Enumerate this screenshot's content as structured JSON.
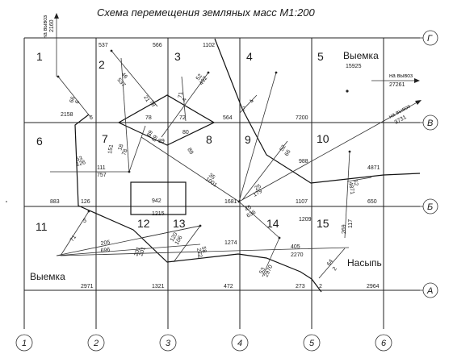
{
  "title": "Схема перемещения земляных масс М1:200",
  "axes": {
    "rows": [
      "Г",
      "В",
      "Б",
      "А"
    ],
    "cols": [
      "1",
      "2",
      "3",
      "4",
      "5",
      "6"
    ]
  },
  "cells": [
    "1",
    "2",
    "3",
    "4",
    "5",
    "6",
    "7",
    "8",
    "9",
    "10",
    "11",
    "12",
    "13",
    "14",
    "15"
  ],
  "cell_values": [
    "537",
    "566",
    "1102",
    "2158",
    "6",
    "78",
    "72",
    "564",
    "7200",
    "80",
    "89",
    "988",
    "4871",
    "883",
    "126",
    "942",
    "1215",
    "1681",
    "1107",
    "650",
    "1209",
    "1274",
    "2971",
    "1321",
    "472",
    "273",
    "2",
    "2964",
    "15925"
  ],
  "zones": {
    "cut_top": "Выемка",
    "cut_top_value": "15925",
    "cut_bottom": "Выемка",
    "fill": "Насыпь"
  },
  "export_labels": {
    "top_left": "на вывоз",
    "top_left_value": "2160",
    "right_top": "на вывоз",
    "right_top_value": "27261",
    "right_diag": "на вывоз",
    "right_diag_value": "3731"
  },
  "moves": [
    "46",
    "537",
    "21",
    "78",
    "52",
    "492",
    "71",
    "4",
    "66",
    "6",
    "89",
    "151",
    "18",
    "78",
    "89",
    "53",
    "126",
    "111",
    "757",
    "35",
    "1001",
    "52",
    "66",
    "25",
    "179",
    "39",
    "2",
    "6",
    "7",
    "45",
    "636",
    "52",
    "4871",
    "117",
    "269",
    "71",
    "5",
    "205",
    "696",
    "201",
    "120",
    "106",
    "58",
    "272",
    "53",
    "2970",
    "405",
    "2270",
    "64",
    "2"
  ]
}
